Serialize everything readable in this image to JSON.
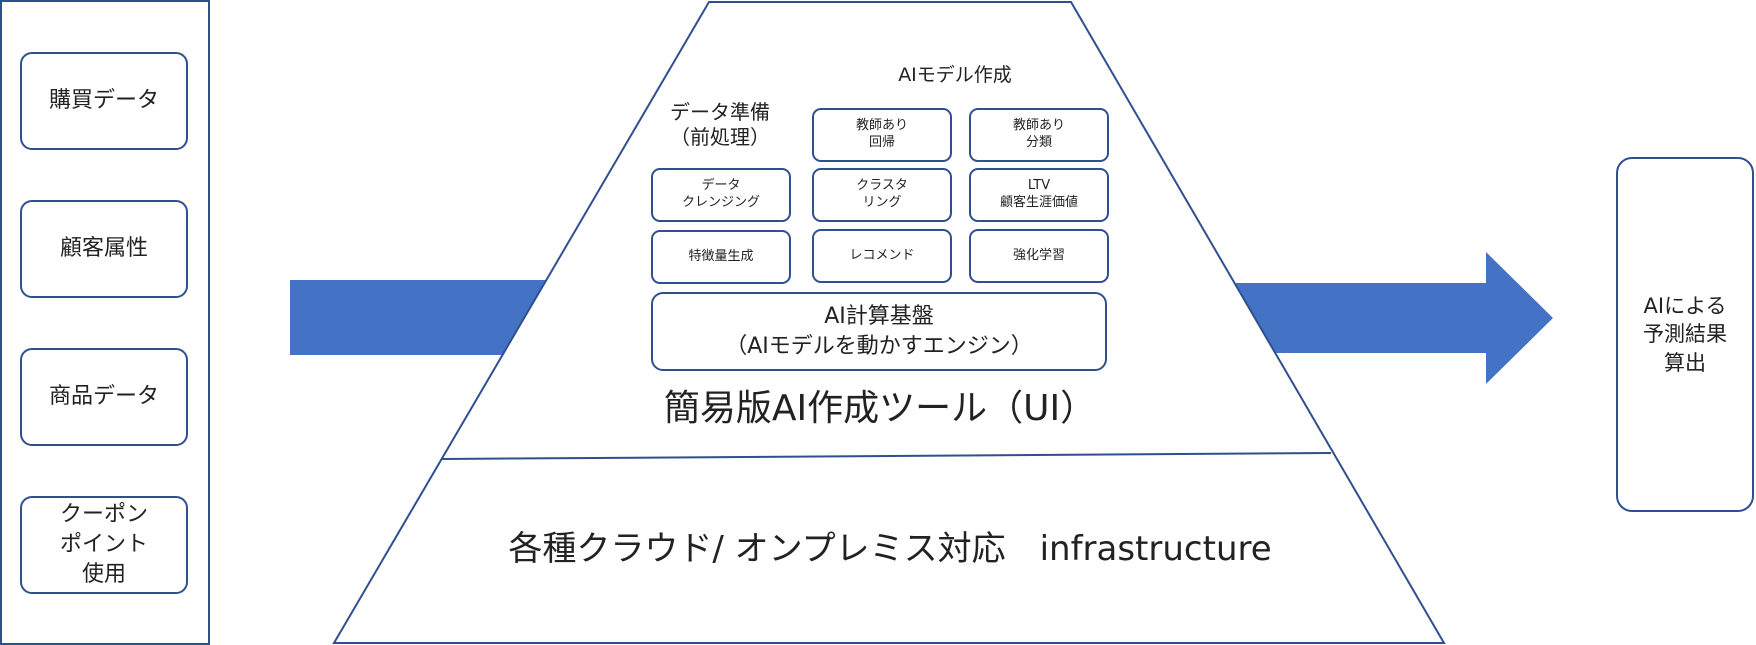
{
  "inputs": [
    "購買データ",
    "顧客属性",
    "商品データ",
    "クーポン\nポイント\n使用"
  ],
  "ai_model_title": "AIモデル作成",
  "data_prep_title": "データ準備\n（前処理）",
  "prep_modules": [
    "データ\nクレンジング",
    "特徴量生成"
  ],
  "model_modules": [
    "教師あり\n回帰",
    "教師あり\n分類",
    "クラスタ\nリング",
    "LTV\n顧客生涯価値",
    "レコメンド",
    "強化学習"
  ],
  "engine": "AI計算基盤\n（AIモデルを動かすエンジン）",
  "tool_title": "簡易版AI作成ツール（UI）",
  "infra": "各種クラウド/ オンプレミス対応　infrastructure",
  "output": "AIによる\n予測結果\n算出",
  "colors": {
    "arrow": "#4472c4",
    "border": "#2f4f8f"
  }
}
